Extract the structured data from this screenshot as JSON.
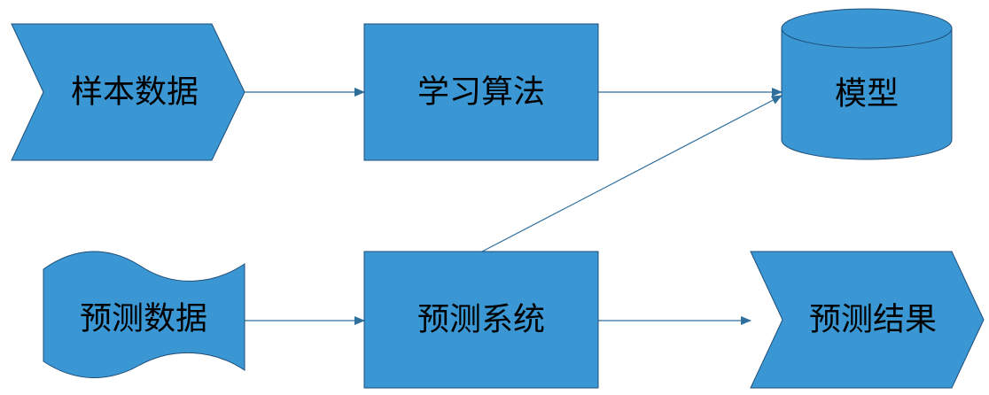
{
  "diagram": {
    "colors": {
      "node_fill": "#3a97d4",
      "node_stroke": "#1f4e79",
      "edge": "#2e6f9e",
      "label": "#000000"
    },
    "nodes": {
      "sample_data": {
        "label": "样本数据",
        "shape": "chevron"
      },
      "learning_algorithm": {
        "label": "学习算法",
        "shape": "rectangle"
      },
      "model": {
        "label": "模型",
        "shape": "cylinder"
      },
      "prediction_data": {
        "label": "预测数据",
        "shape": "wave-document"
      },
      "prediction_system": {
        "label": "预测系统",
        "shape": "rectangle"
      },
      "prediction_result": {
        "label": "预测结果",
        "shape": "chevron"
      }
    },
    "edges": [
      {
        "from": "sample_data",
        "to": "learning_algorithm"
      },
      {
        "from": "learning_algorithm",
        "to": "model"
      },
      {
        "from": "prediction_system",
        "to": "model"
      },
      {
        "from": "prediction_data",
        "to": "prediction_system"
      },
      {
        "from": "prediction_system",
        "to": "prediction_result"
      }
    ]
  }
}
